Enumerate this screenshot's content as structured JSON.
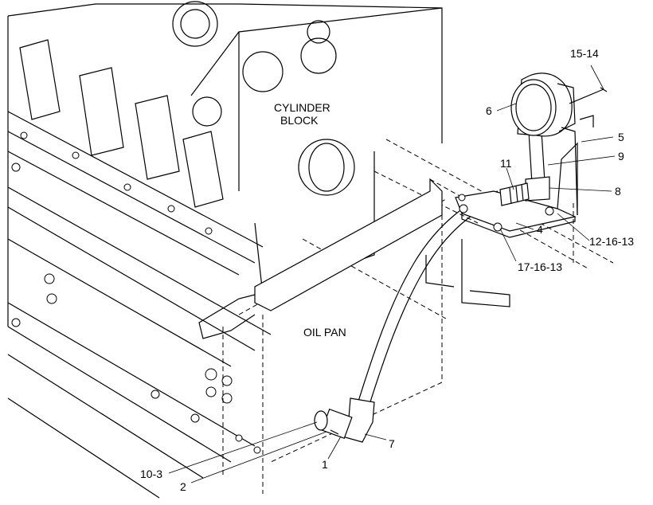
{
  "diagram": {
    "labels": {
      "cylinder_block_line1": "CYLINDER",
      "cylinder_block_line2": "BLOCK",
      "oil_pan": "OIL PAN"
    },
    "callouts": {
      "c15_14": "15-14",
      "c6": "6",
      "c5": "5",
      "c9": "9",
      "c11": "11",
      "c8": "8",
      "c4": "4",
      "c12_16_13": "12-16-13",
      "c17_16_13": "17-16-13",
      "c7": "7",
      "c1": "1",
      "c10_3": "10-3",
      "c2": "2"
    }
  }
}
